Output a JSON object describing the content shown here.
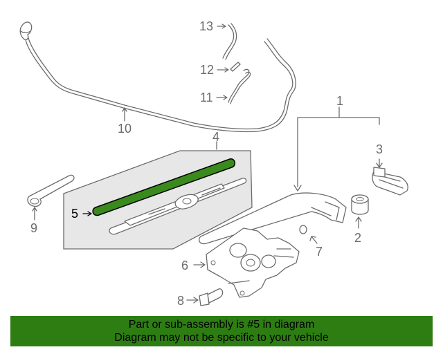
{
  "diagram": {
    "callouts": {
      "c1": "1",
      "c2": "2",
      "c3": "3",
      "c4": "4",
      "c5": "5",
      "c6": "6",
      "c7": "7",
      "c8": "8",
      "c9": "9",
      "c10": "10",
      "c11": "11",
      "c12": "12",
      "c13": "13"
    },
    "highlight_color": "#3a8a1e",
    "highlighted_part": "5"
  },
  "banner": {
    "line1": "Part or sub-assembly is #5 in diagram",
    "line2": "Diagram may not be specific to your vehicle",
    "background": "#2d7d13"
  }
}
